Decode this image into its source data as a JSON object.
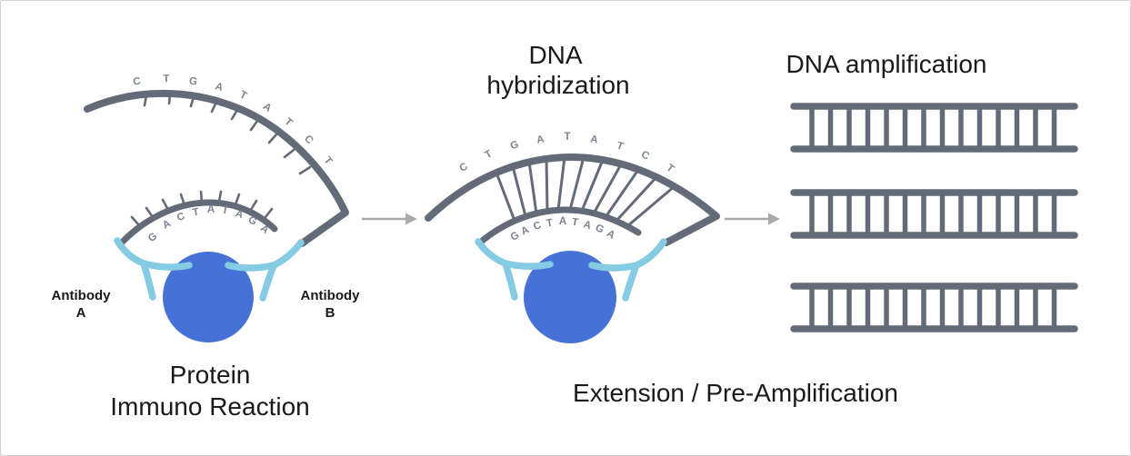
{
  "colors": {
    "strand_gray": "#636b78",
    "nucleotide_gray": "#7c8492",
    "antibody_light_blue": "#85cbe4",
    "protein_blue": "#4672d7",
    "arrow_gray": "#a9aaad",
    "text_black": "#1a1a1a",
    "border_gray": "#d2d2d2",
    "background": "#ffffff"
  },
  "step1": {
    "caption_lines": [
      "Protein",
      "Immuno Reaction"
    ],
    "antibody_a_label_lines": [
      "Antibody",
      "A"
    ],
    "antibody_b_label_lines": [
      "Antibody",
      "B"
    ],
    "top_strand_sequence": [
      "C",
      "T",
      "G",
      "A",
      "T",
      "A",
      "T",
      "C",
      "T"
    ],
    "bottom_strand_sequence": [
      "G",
      "A",
      "C",
      "T",
      "A",
      "T",
      "A",
      "G",
      "A"
    ]
  },
  "step2": {
    "title_lines": [
      "DNA",
      "hybridization"
    ],
    "caption": "Extension / Pre-Amplification",
    "top_strand_sequence": [
      "C",
      "T",
      "G",
      "A",
      "T",
      "A",
      "T",
      "C",
      "T"
    ],
    "bottom_strand_sequence": [
      "G",
      "A",
      "C",
      "T",
      "A",
      "T",
      "A",
      "G",
      "A"
    ]
  },
  "step3": {
    "title": "DNA amplification",
    "ladder_count": "3"
  }
}
